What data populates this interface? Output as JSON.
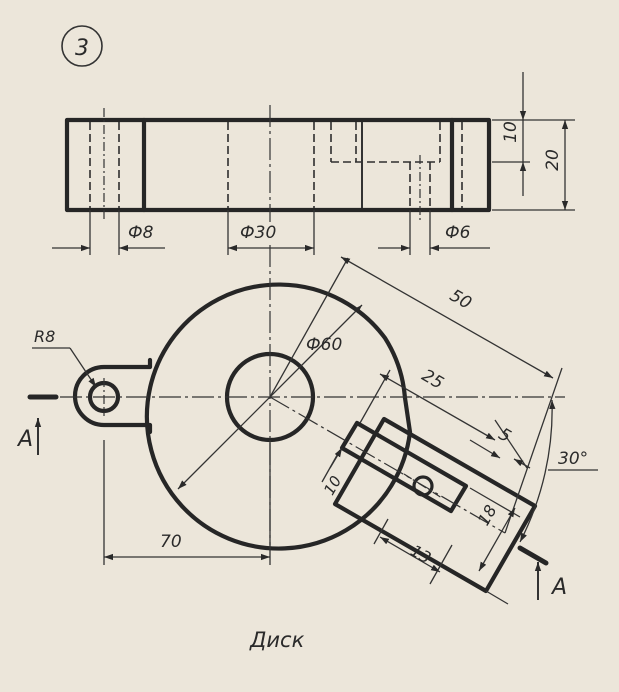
{
  "drawing": {
    "number": "3",
    "caption": "Диск",
    "section_letter_left": "A",
    "section_letter_right": "A"
  },
  "dimensions": {
    "hole_diam_small": "Ф8",
    "hub_diam": "Ф30",
    "slot_hole_diam": "Ф6",
    "top_height_step": "10",
    "top_height_total": "20",
    "disk_diam": "Ф60",
    "lug_radius": "R8",
    "center_to_lug": "70",
    "arm_length": "50",
    "slot_offset": "25",
    "slot_end": "5",
    "arm_angle": "30°",
    "slot_width": "10",
    "arm_width": "18",
    "slot_length": "13"
  },
  "colors": {
    "paper": "#ece6da",
    "ink": "#262626"
  }
}
